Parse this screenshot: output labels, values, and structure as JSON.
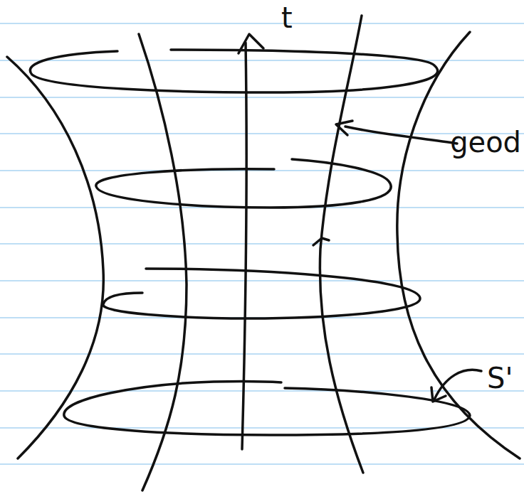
{
  "diagram": {
    "labels": [
      "t",
      "geod",
      "S'"
    ]
  }
}
